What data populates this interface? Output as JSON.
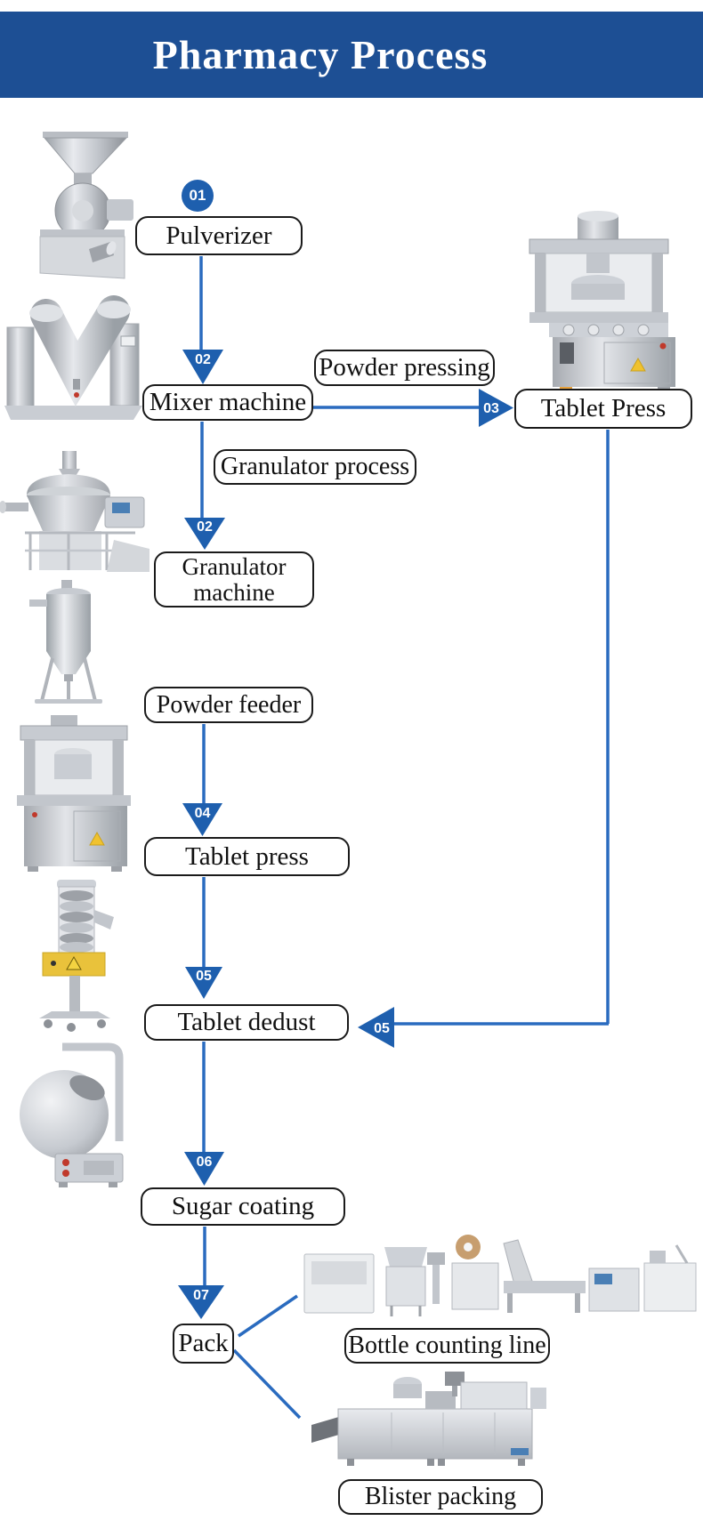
{
  "header": {
    "title": "Pharmacy Process",
    "bg_color": "#1d4f94",
    "text_color": "#ffffff"
  },
  "colors": {
    "badge_blue": "#1e5fae",
    "line_blue": "#2a6bbf",
    "box_border": "#1a1a1a",
    "box_bg": "#ffffff",
    "label_text": "#101010"
  },
  "badges": {
    "n01": "01",
    "n02": "02",
    "n03": "03",
    "n04": "04",
    "n05": "05",
    "n06": "06",
    "n07": "07"
  },
  "labels": {
    "pulverizer": "Pulverizer",
    "mixer_machine": "Mixer machine",
    "powder_pressing": "Powder pressing",
    "tablet_press_right": "Tablet Press",
    "granulator_process": "Granulator process",
    "granulator_machine_line1": "Granulator",
    "granulator_machine_line2": "machine",
    "powder_feeder": "Powder feeder",
    "tablet_press": "Tablet press",
    "tablet_dedust": "Tablet dedust",
    "sugar_coating": "Sugar coating",
    "pack": "Pack",
    "bottle_counting_line": "Bottle counting line",
    "blister_packing": "Blister packing"
  },
  "machines": {
    "pulverizer": "pulverizer-machine-photo",
    "v_mixer": "v-type-mixer-machine-photo",
    "granulator": "granulator-machine-photo",
    "powder_feeder": "vacuum-powder-feeder-photo",
    "tablet_press_left": "tablet-press-machine-photo",
    "tablet_dedust": "tablet-deduster-machine-photo",
    "sugar_coating": "sugar-coating-machine-photo",
    "tablet_press_right": "rotary-tablet-press-machine-photo",
    "bottle_counting_line": "bottle-counting-line-photo",
    "blister_packing": "blister-packing-machine-photo"
  }
}
